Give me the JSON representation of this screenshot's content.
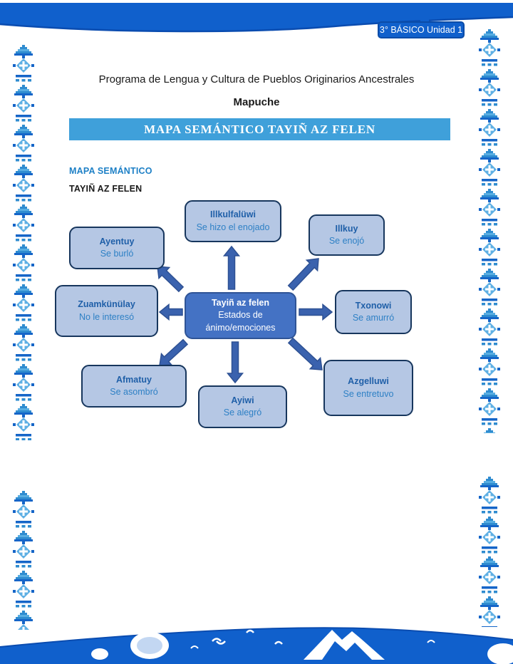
{
  "page": {
    "unit_badge": "3° BÁSICO Unidad 1",
    "program_title": "Programa de Lengua y Cultura de Pueblos Originarios Ancestrales",
    "language": "Mapuche",
    "banner_title": "MAPA SEMÁNTICO TAYIÑ AZ FELEN",
    "section_label": "MAPA SEMÁNTICO",
    "section_subtitle": "TAYIÑ AZ FELEN"
  },
  "colors": {
    "band_blue": "#1060cc",
    "band_edge": "#0a4cb0",
    "banner_blue": "#3fa0da",
    "node_fill": "#b5c7e4",
    "node_border": "#17365d",
    "center_fill": "#4472c4",
    "center_border": "#2f5496",
    "arrow_fill": "#3a62ae",
    "arrow_edge": "#2e5193",
    "term_blue": "#1f5fa8",
    "translation_blue": "#2e80c5"
  },
  "diagram": {
    "center": {
      "term": "Tayiñ az felen",
      "translation": "Estados de ánimo/emociones"
    },
    "nodes": [
      {
        "term": "Illkulfalüwi",
        "translation": "Se hizo el enojado"
      },
      {
        "term": "Illkuy",
        "translation": "Se enojó"
      },
      {
        "term": "Txonowi",
        "translation": "Se amurró"
      },
      {
        "term": "Azgelluwi",
        "translation": "Se entretuvo"
      },
      {
        "term": "Ayiwi",
        "translation": "Se alegró"
      },
      {
        "term": "Afmatuy",
        "translation": "Se asombró"
      },
      {
        "term": "Zuamkünülay",
        "translation": "No le interesó"
      },
      {
        "term": "Ayentuy",
        "translation": "Se burló"
      }
    ]
  }
}
